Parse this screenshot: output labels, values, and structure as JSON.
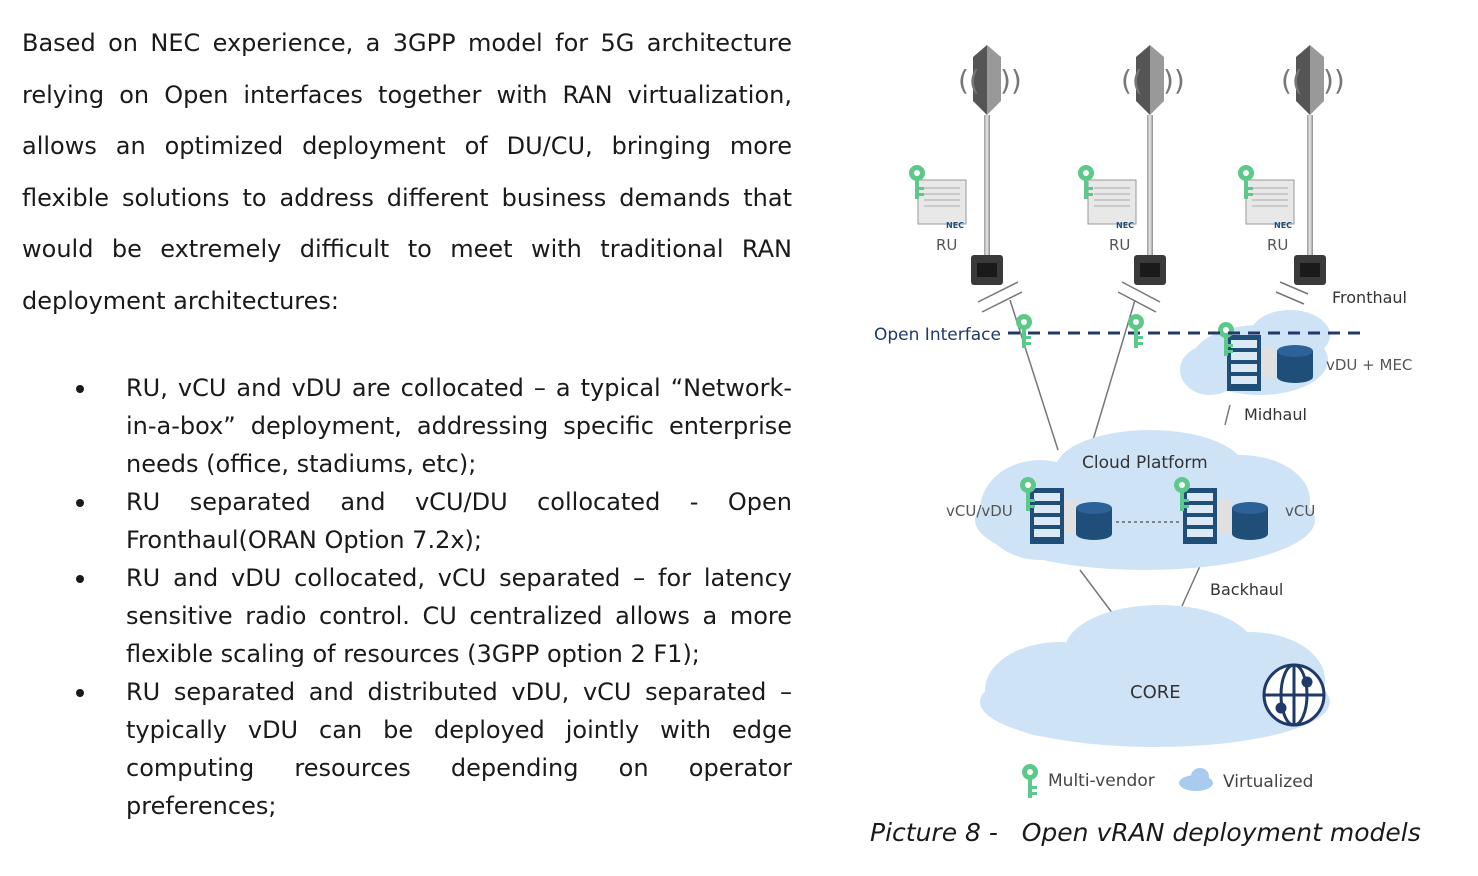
{
  "intro": "Based on NEC experience, a 3GPP model for 5G architecture relying on Open interfaces together with RAN virtualization, allows an optimized deployment of DU/CU, bringing more flexible solutions to address different business demands that would be extremely difficult to meet with traditional RAN deployment architectures:",
  "bullets": [
    "RU, vCU and vDU are collocated – a typical “Network-in-a-box” deployment, addressing specific enterprise needs (office, stadiums, etc);",
    "RU separated and vCU/DU collocated - Open Fronthaul(ORAN Option 7.2x);",
    "RU and vDU collocated, vCU separated – for latency sensitive radio control. CU centralized allows a more flexible scaling of resources (3GPP option 2 F1);",
    "RU separated and distributed vDU, vCU separated – typically vDU can be deployed jointly with edge computing resources depending on operator preferences;"
  ],
  "diagram": {
    "ru_label": "RU",
    "nec_label": "NEC",
    "fronthaul": "Fronthaul",
    "open_interface": "Open Interface",
    "vdu_mec": "vDU + MEC",
    "midhaul": "Midhaul",
    "cloud_platform": "Cloud Platform",
    "vcu_vdu": "vCU/vDU",
    "vcu": "vCU",
    "backhaul": "Backhaul",
    "core": "CORE",
    "legend_multivendor": "Multi-vendor",
    "legend_virtualized": "Virtualized",
    "colors": {
      "cloud": "#cfe3f7",
      "key": "#5cc98a",
      "server": "#1f4e79",
      "dash_line": "#1f3a68",
      "text": "#333333"
    }
  },
  "caption": "Picture 8 -   Open vRAN deployment models"
}
